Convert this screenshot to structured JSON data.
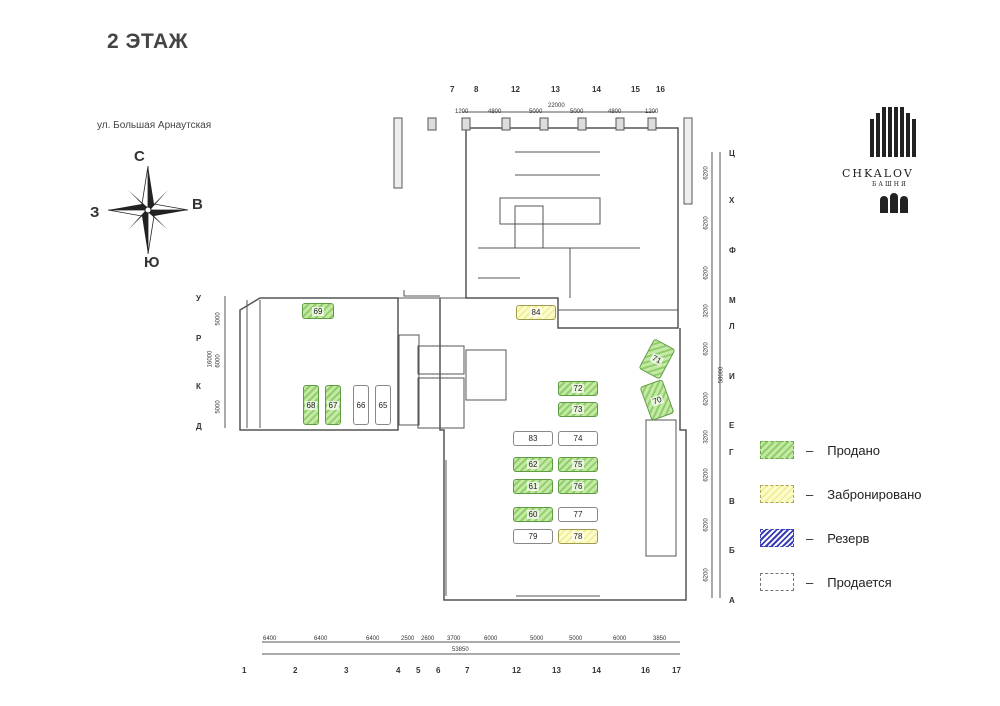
{
  "title": "2 ЭТАЖ",
  "street_label": "ул. Большая Арнаутская",
  "compass": {
    "north": "С",
    "south": "Ю",
    "west": "З",
    "east": "В"
  },
  "logo": {
    "name": "CHKALOV",
    "subtitle": "БАШНЯ",
    "icon": "tower-logo-icon"
  },
  "legend": [
    {
      "status": "sold",
      "label": "Продано",
      "color": "#9ad47a"
    },
    {
      "status": "reserved",
      "label": "Забронировано",
      "color": "#f3f1a0"
    },
    {
      "status": "hold",
      "label": "Резерв",
      "color": "#3a3fb5"
    },
    {
      "status": "available",
      "label": "Продается",
      "color": "#ffffff"
    }
  ],
  "dash": "–",
  "top_axes": [
    "7",
    "8",
    "12",
    "13",
    "14",
    "15",
    "16"
  ],
  "top_dims": [
    "1200",
    "4800",
    "5000",
    "5000",
    "4800",
    "1200"
  ],
  "top_total": "22000",
  "bottom_axes": [
    "1",
    "2",
    "3",
    "4",
    "5",
    "6",
    "7",
    "12",
    "13",
    "14",
    "16",
    "17"
  ],
  "bottom_dims": [
    "6400",
    "6400",
    "6400",
    "2500",
    "2600",
    "3700",
    "6000",
    "5000",
    "5000",
    "6000",
    "3850"
  ],
  "bottom_total": "53850",
  "right_axes": [
    "Ц",
    "Х",
    "Ф",
    "М",
    "Л",
    "И",
    "Е",
    "Г",
    "В",
    "Б",
    "А"
  ],
  "right_dims": [
    "6200",
    "6200",
    "6200",
    "3200",
    "6200",
    "6200",
    "3200",
    "6200",
    "6200",
    "6200"
  ],
  "right_total": "58000",
  "left_axes": [
    "У",
    "Р",
    "К",
    "Д"
  ],
  "left_dims": [
    "5000",
    "6000",
    "5000"
  ],
  "left_total": "16000",
  "parking_spots": [
    {
      "number": "69",
      "status": "sold"
    },
    {
      "number": "84",
      "status": "reserved"
    },
    {
      "number": "71",
      "status": "sold"
    },
    {
      "number": "72",
      "status": "sold"
    },
    {
      "number": "73",
      "status": "sold"
    },
    {
      "number": "70",
      "status": "sold"
    },
    {
      "number": "68",
      "status": "sold"
    },
    {
      "number": "67",
      "status": "sold"
    },
    {
      "number": "66",
      "status": "available"
    },
    {
      "number": "65",
      "status": "available"
    },
    {
      "number": "83",
      "status": "available"
    },
    {
      "number": "74",
      "status": "available"
    },
    {
      "number": "62",
      "status": "sold"
    },
    {
      "number": "75",
      "status": "sold"
    },
    {
      "number": "61",
      "status": "sold"
    },
    {
      "number": "76",
      "status": "sold"
    },
    {
      "number": "60",
      "status": "sold"
    },
    {
      "number": "77",
      "status": "available"
    },
    {
      "number": "79",
      "status": "available"
    },
    {
      "number": "78",
      "status": "reserved"
    }
  ]
}
